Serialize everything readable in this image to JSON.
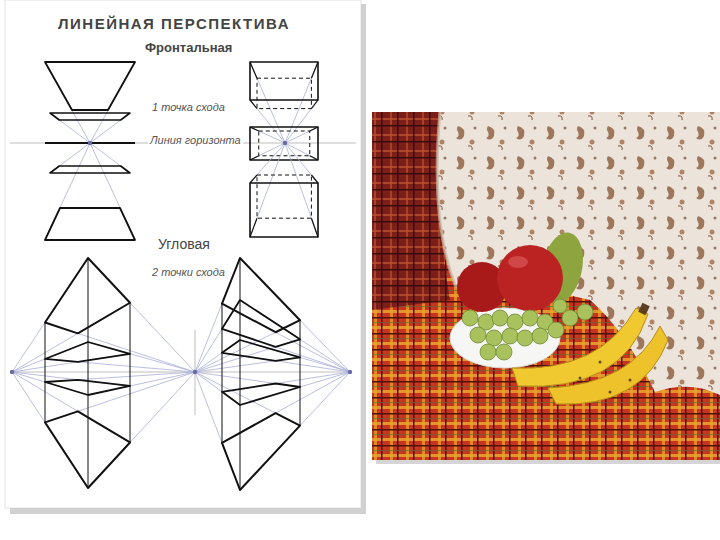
{
  "diagram": {
    "title": "ЛИНЕЙНАЯ ПЕРСПЕКТИВА",
    "labels": [
      "Фронтальная",
      "1 точка схода",
      "Линия горизонта",
      "Угловая",
      "2 точки схода"
    ]
  }
}
